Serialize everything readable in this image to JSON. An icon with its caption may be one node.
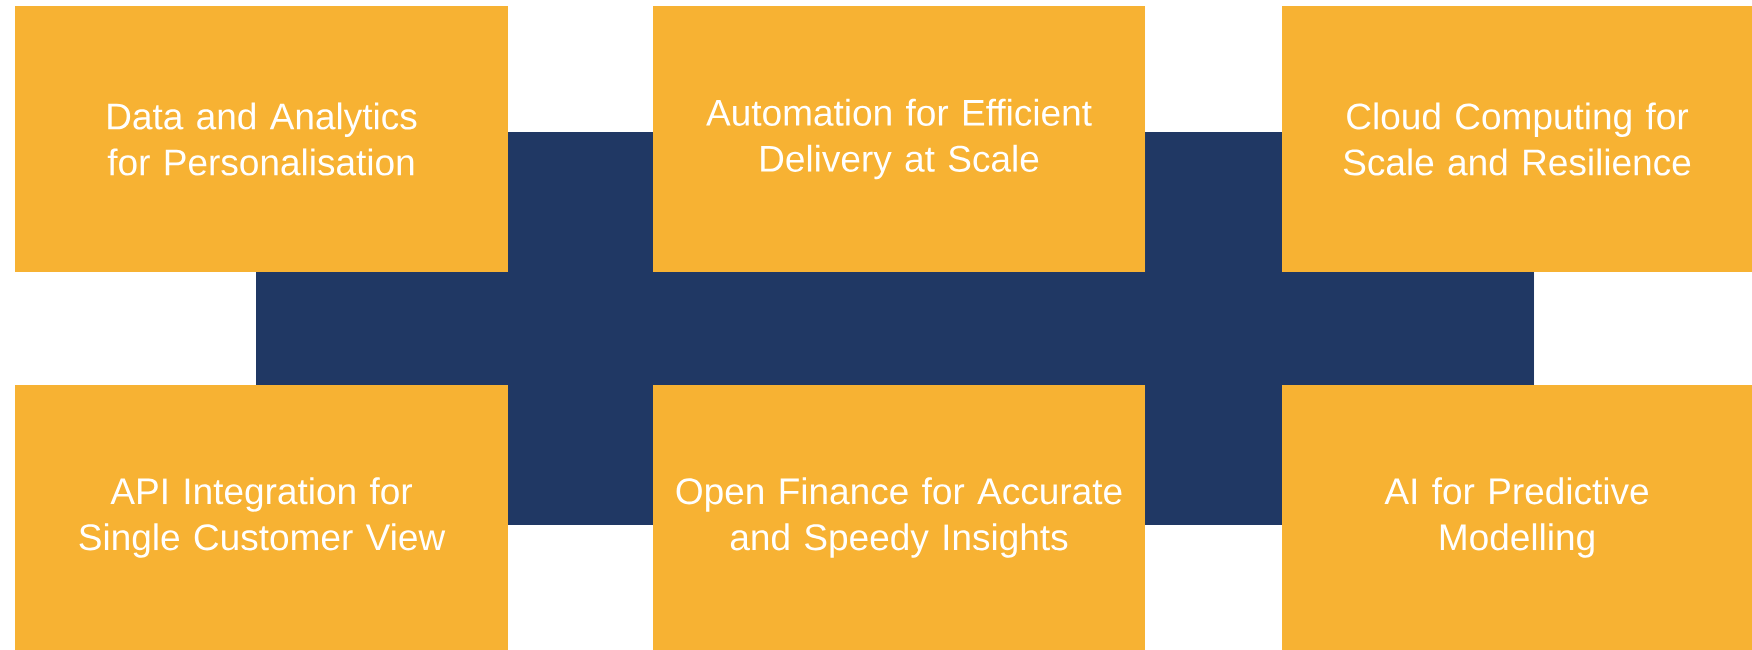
{
  "diagram": {
    "nodes": [
      {
        "text": [
          "Data and Analytics for Personalisation"
        ]
      },
      {
        "text": [
          "Automation for Efficient Delivery at Scale"
        ]
      },
      {
        "text": [
          "Cloud Computing for Scale and Resilience"
        ]
      },
      {
        "text": [
          "API Integration for Single Customer View"
        ]
      },
      {
        "text": [
          "Open Finance for Accurate and Speedy Insights"
        ]
      },
      {
        "text": [
          "AI for Predictive Modelling"
        ]
      }
    ]
  }
}
